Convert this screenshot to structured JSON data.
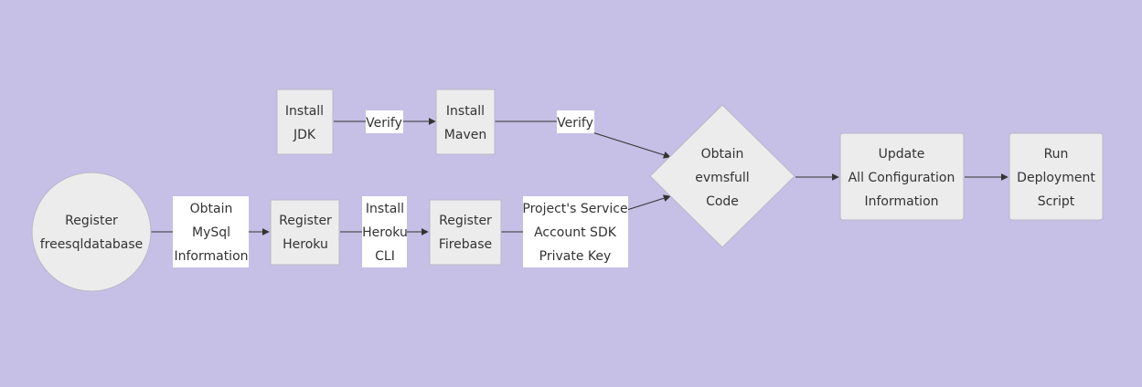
{
  "diagram": {
    "nodes": {
      "register_freesql": {
        "lines": [
          "Register",
          "freesqldatabase"
        ]
      },
      "register_heroku": {
        "lines": [
          "Register",
          "Heroku"
        ]
      },
      "register_firebase": {
        "lines": [
          "Register",
          "Firebase"
        ]
      },
      "install_jdk": {
        "lines": [
          "Install",
          "JDK"
        ]
      },
      "install_maven": {
        "lines": [
          "Install",
          "Maven"
        ]
      },
      "obtain_code": {
        "lines": [
          "Obtain",
          "evmsfull",
          "Code"
        ]
      },
      "update_config": {
        "lines": [
          "Update",
          "All Configuration",
          "Information"
        ]
      },
      "run_script": {
        "lines": [
          "Run",
          "Deployment",
          "Script"
        ]
      }
    },
    "edge_labels": {
      "obtain_mysql": {
        "lines": [
          "Obtain",
          "MySql",
          "Information"
        ]
      },
      "install_heroku_cli": {
        "lines": [
          "Install",
          "Heroku",
          "CLI"
        ]
      },
      "service_account_key": {
        "lines": [
          "Project's Service",
          "Account SDK",
          "Private Key"
        ]
      },
      "verify_jdk": {
        "lines": [
          "Verify"
        ]
      },
      "verify_maven": {
        "lines": [
          "Verify"
        ]
      }
    }
  },
  "colors": {
    "background": "#c6bfe6",
    "node_fill": "#ececec",
    "node_stroke": "#b8b8c8",
    "edge": "#333333",
    "label_bg": "#ffffff",
    "text": "#333333"
  }
}
